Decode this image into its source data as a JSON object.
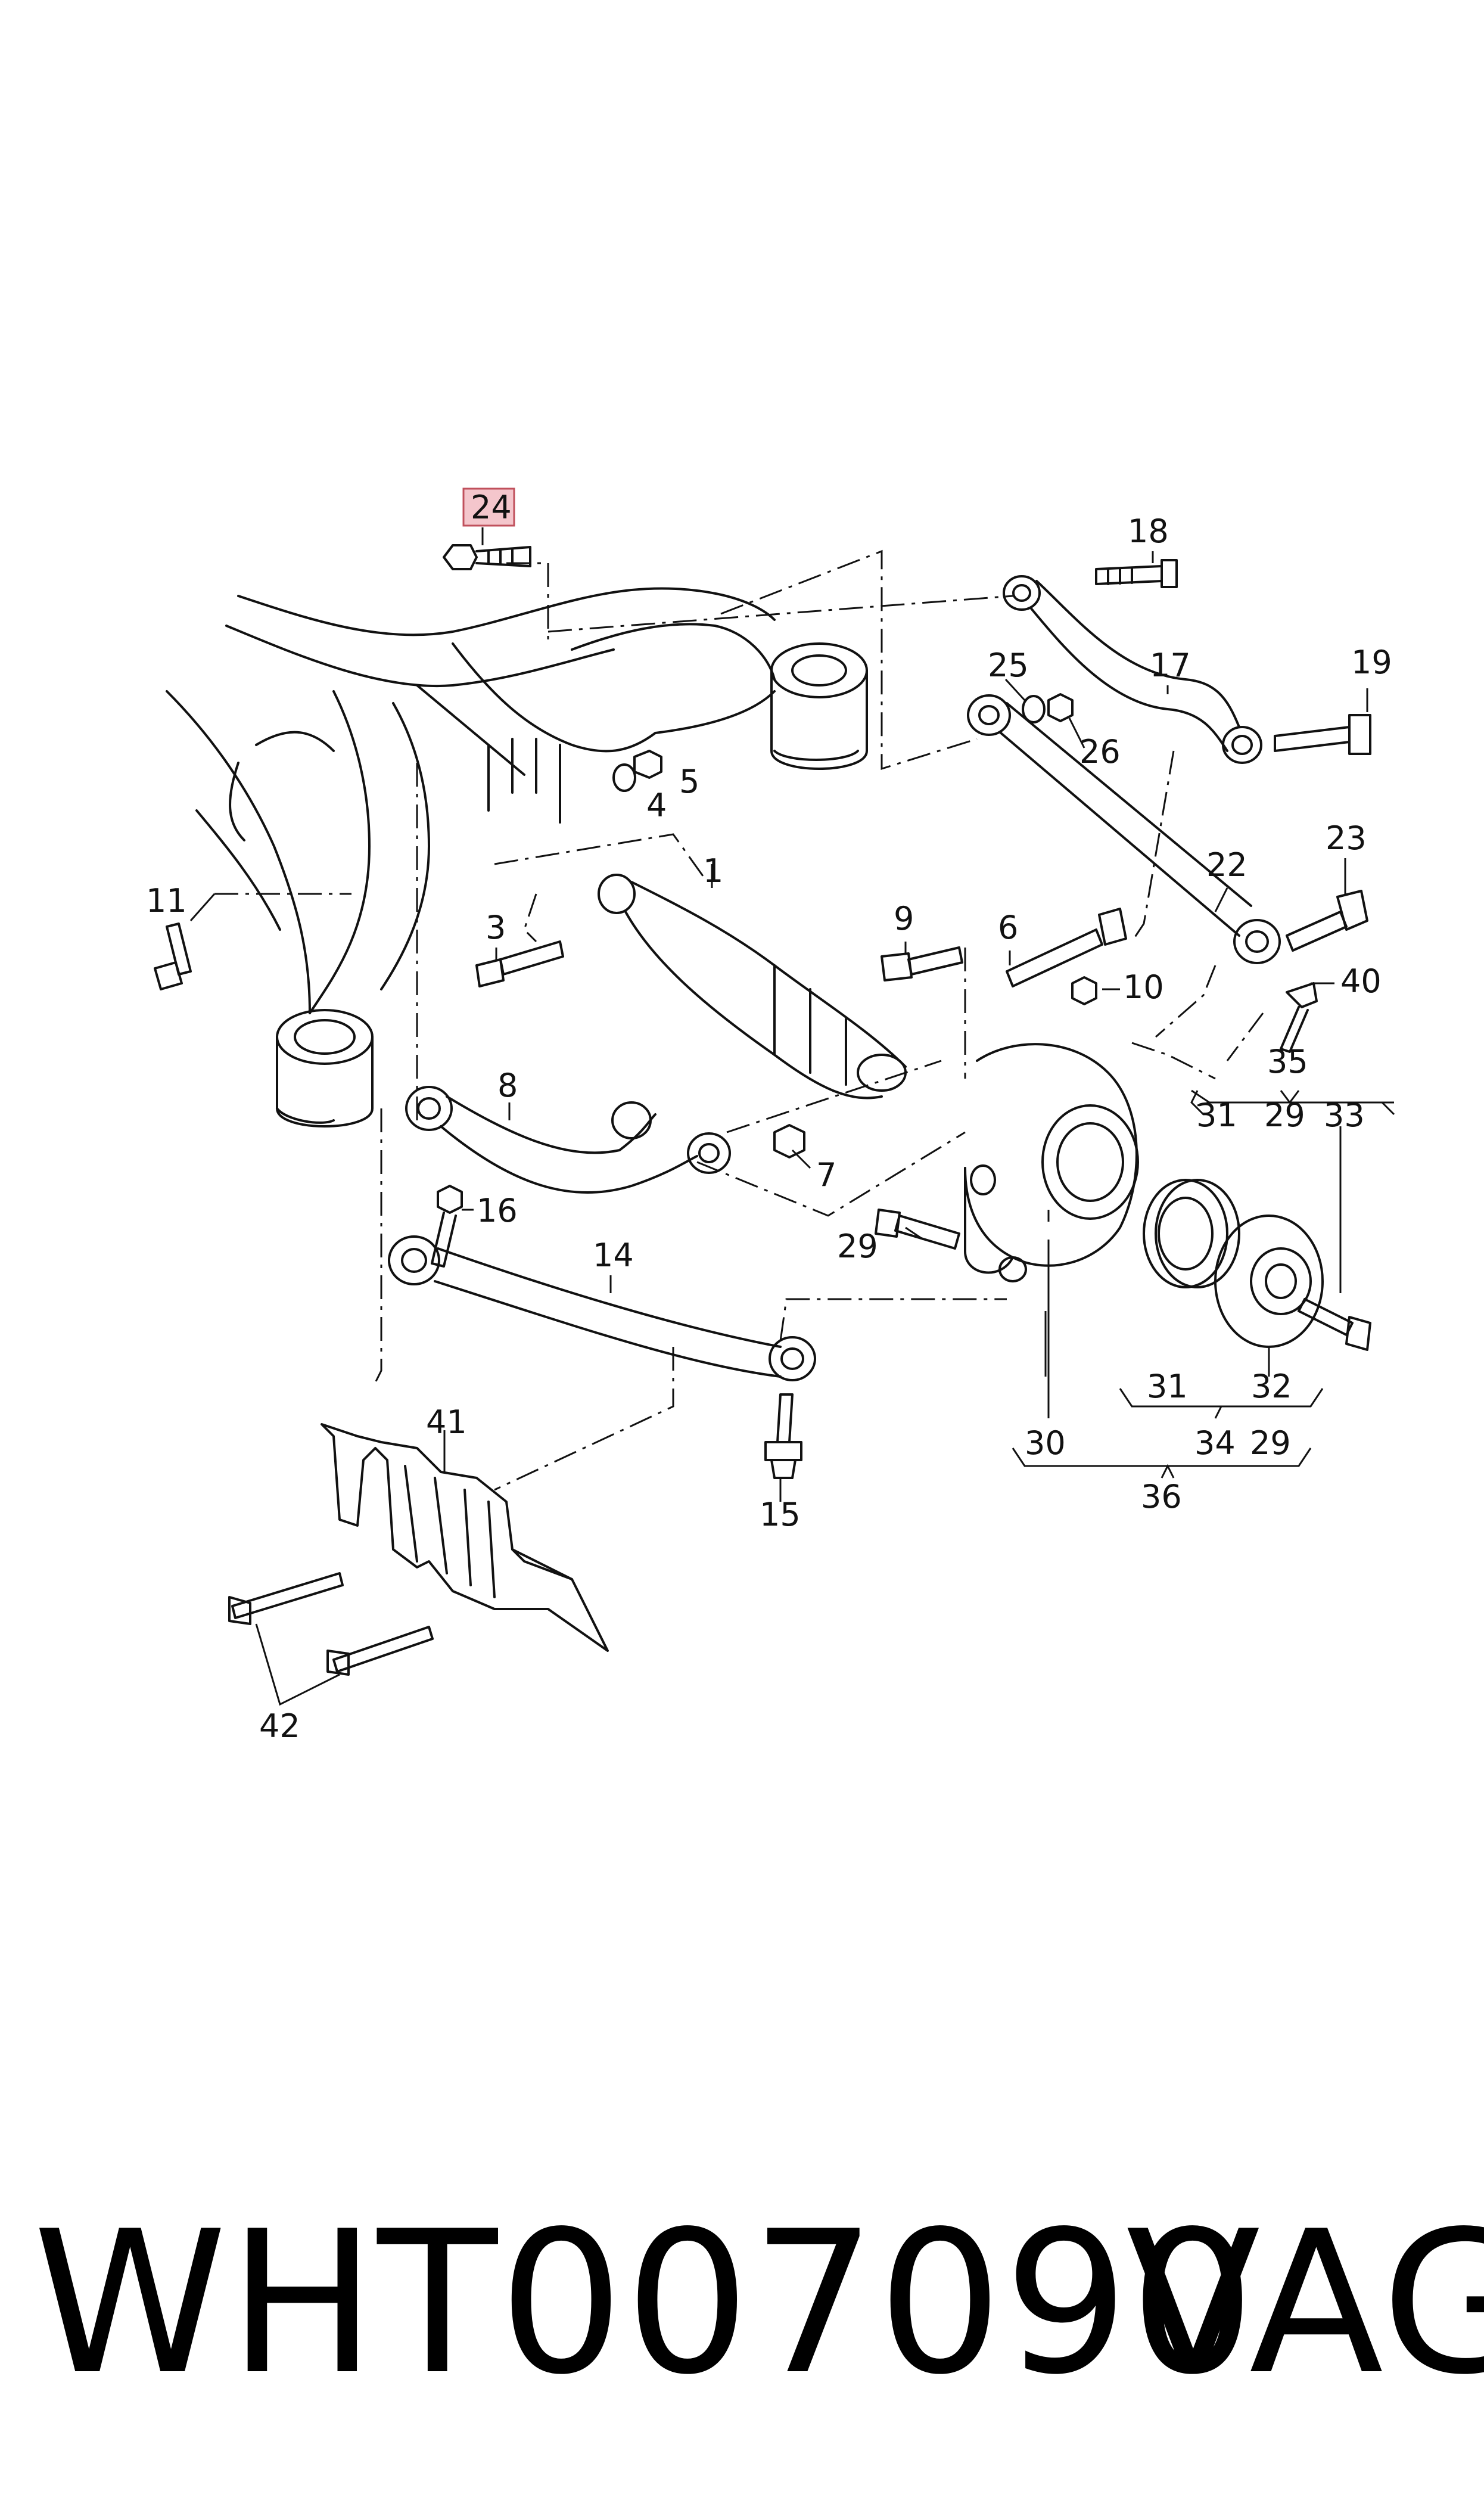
{
  "diagram": {
    "highlight_color": "#f4c6cc",
    "highlight_border": "#c0505c",
    "line_color": "#111111",
    "callouts": [
      {
        "id": "c24",
        "text": "24",
        "highlighted": true
      },
      {
        "id": "c18",
        "text": "18"
      },
      {
        "id": "c17",
        "text": "17"
      },
      {
        "id": "c19",
        "text": "19"
      },
      {
        "id": "c25",
        "text": "25"
      },
      {
        "id": "c26",
        "text": "26"
      },
      {
        "id": "c5",
        "text": "5"
      },
      {
        "id": "c4",
        "text": "4"
      },
      {
        "id": "c1",
        "text": "1"
      },
      {
        "id": "c22",
        "text": "22"
      },
      {
        "id": "c23",
        "text": "23"
      },
      {
        "id": "c11",
        "text": "11"
      },
      {
        "id": "c3",
        "text": "3"
      },
      {
        "id": "c9",
        "text": "9"
      },
      {
        "id": "c6",
        "text": "6"
      },
      {
        "id": "c10",
        "text": "10"
      },
      {
        "id": "c40",
        "text": "40"
      },
      {
        "id": "c35",
        "text": "35"
      },
      {
        "id": "c31a",
        "text": "31"
      },
      {
        "id": "c29a",
        "text": "29"
      },
      {
        "id": "c33",
        "text": "33"
      },
      {
        "id": "c8",
        "text": "8"
      },
      {
        "id": "c7",
        "text": "7"
      },
      {
        "id": "c16",
        "text": "16"
      },
      {
        "id": "c14",
        "text": "14"
      },
      {
        "id": "c29b",
        "text": "29"
      },
      {
        "id": "c31b",
        "text": "31"
      },
      {
        "id": "c32",
        "text": "32"
      },
      {
        "id": "c30",
        "text": "30"
      },
      {
        "id": "c34",
        "text": "34"
      },
      {
        "id": "c29c",
        "text": "29"
      },
      {
        "id": "c36",
        "text": "36"
      },
      {
        "id": "c41",
        "text": "41"
      },
      {
        "id": "c15",
        "text": "15"
      },
      {
        "id": "c42",
        "text": "42"
      }
    ]
  },
  "footer": {
    "part_number": "WHT007090",
    "brand": "VAG"
  }
}
